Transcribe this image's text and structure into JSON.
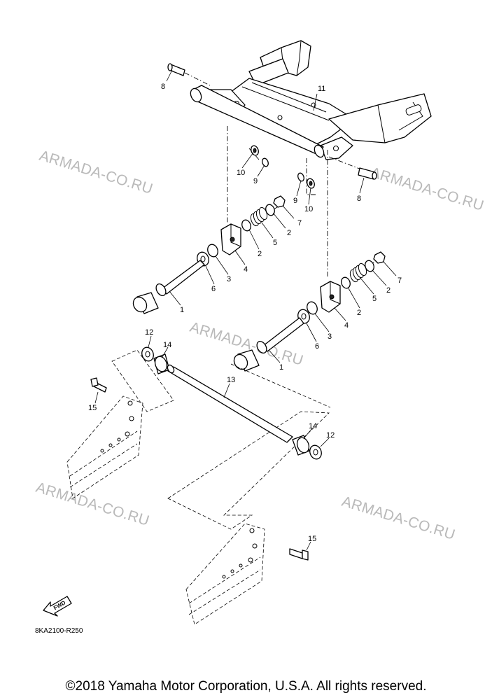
{
  "callouts": [
    "1",
    "2",
    "3",
    "4",
    "5",
    "6",
    "7",
    "8",
    "9",
    "10",
    "11",
    "12",
    "13",
    "14",
    "15"
  ],
  "watermark": "ARMADA-CO.RU",
  "diagram_code": "8KA2100-R250",
  "fwd_label": "FWD",
  "copyright": "©2018 Yamaha Motor Corporation, U.S.A. All rights reserved."
}
